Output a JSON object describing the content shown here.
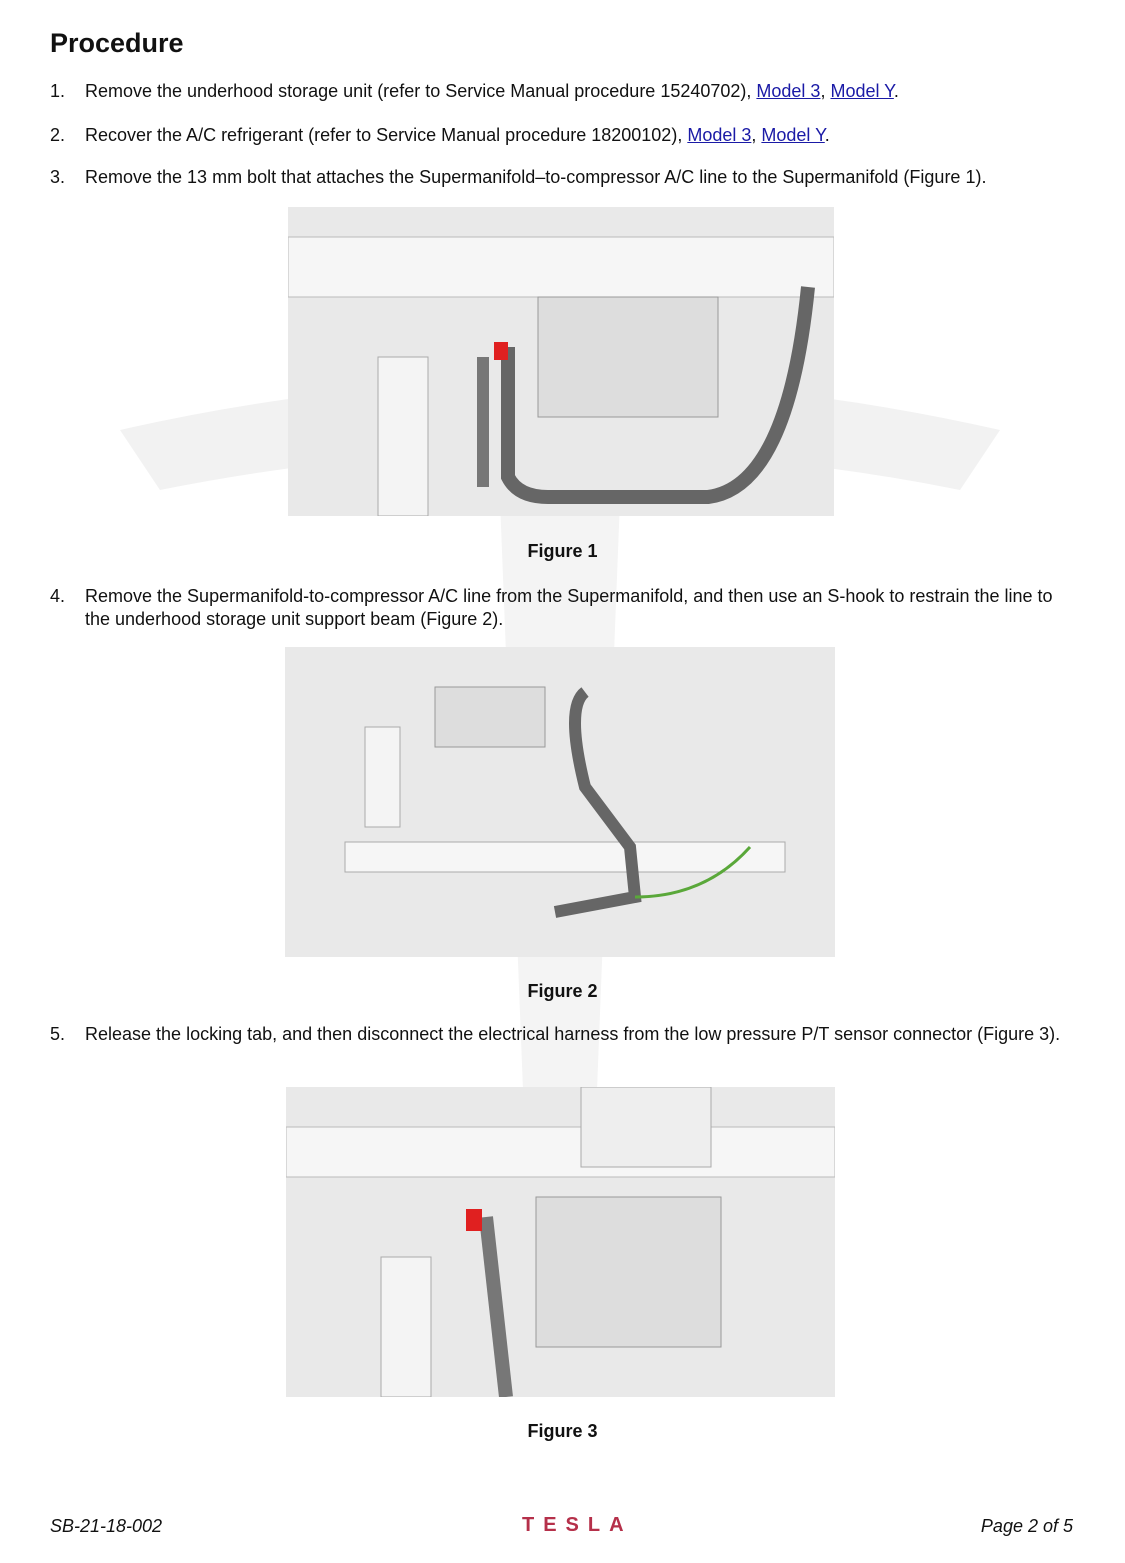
{
  "heading": "Procedure",
  "steps": [
    {
      "num": "1.",
      "pre": "Remove the underhood storage unit (refer to Service Manual procedure 15240702), ",
      "link1": "Model 3",
      "sep": ", ",
      "link2": "Model Y",
      "post": "."
    },
    {
      "num": "2.",
      "pre": "Recover the A/C refrigerant (refer to Service Manual procedure 18200102), ",
      "link1": "Model 3",
      "sep": ", ",
      "link2": "Model Y",
      "post": "."
    },
    {
      "num": "3.",
      "text": "Remove the 13 mm bolt that attaches the Supermanifold–to-compressor A/C line to the Supermanifold (Figure 1)."
    },
    {
      "num": "4.",
      "text": "Remove the Supermanifold-to-compressor A/C line from the Supermanifold, and then use an S-hook to restrain the line to the underhood storage unit support beam (Figure 2)."
    },
    {
      "num": "5.",
      "text": "Release the locking tab, and then disconnect the electrical harness from the low pressure P/T sensor connector (Figure 3)."
    }
  ],
  "figures": [
    "Figure 1",
    "Figure 2",
    "Figure 3"
  ],
  "footer": {
    "doc_id": "SB-21-18-002",
    "logo": "TESLA",
    "page": "Page 2 of 5"
  },
  "colors": {
    "link": "#1a1aa6",
    "logo": "#b5304a",
    "highlight_red": "#e02020",
    "highlight_green": "#5aa83a"
  }
}
